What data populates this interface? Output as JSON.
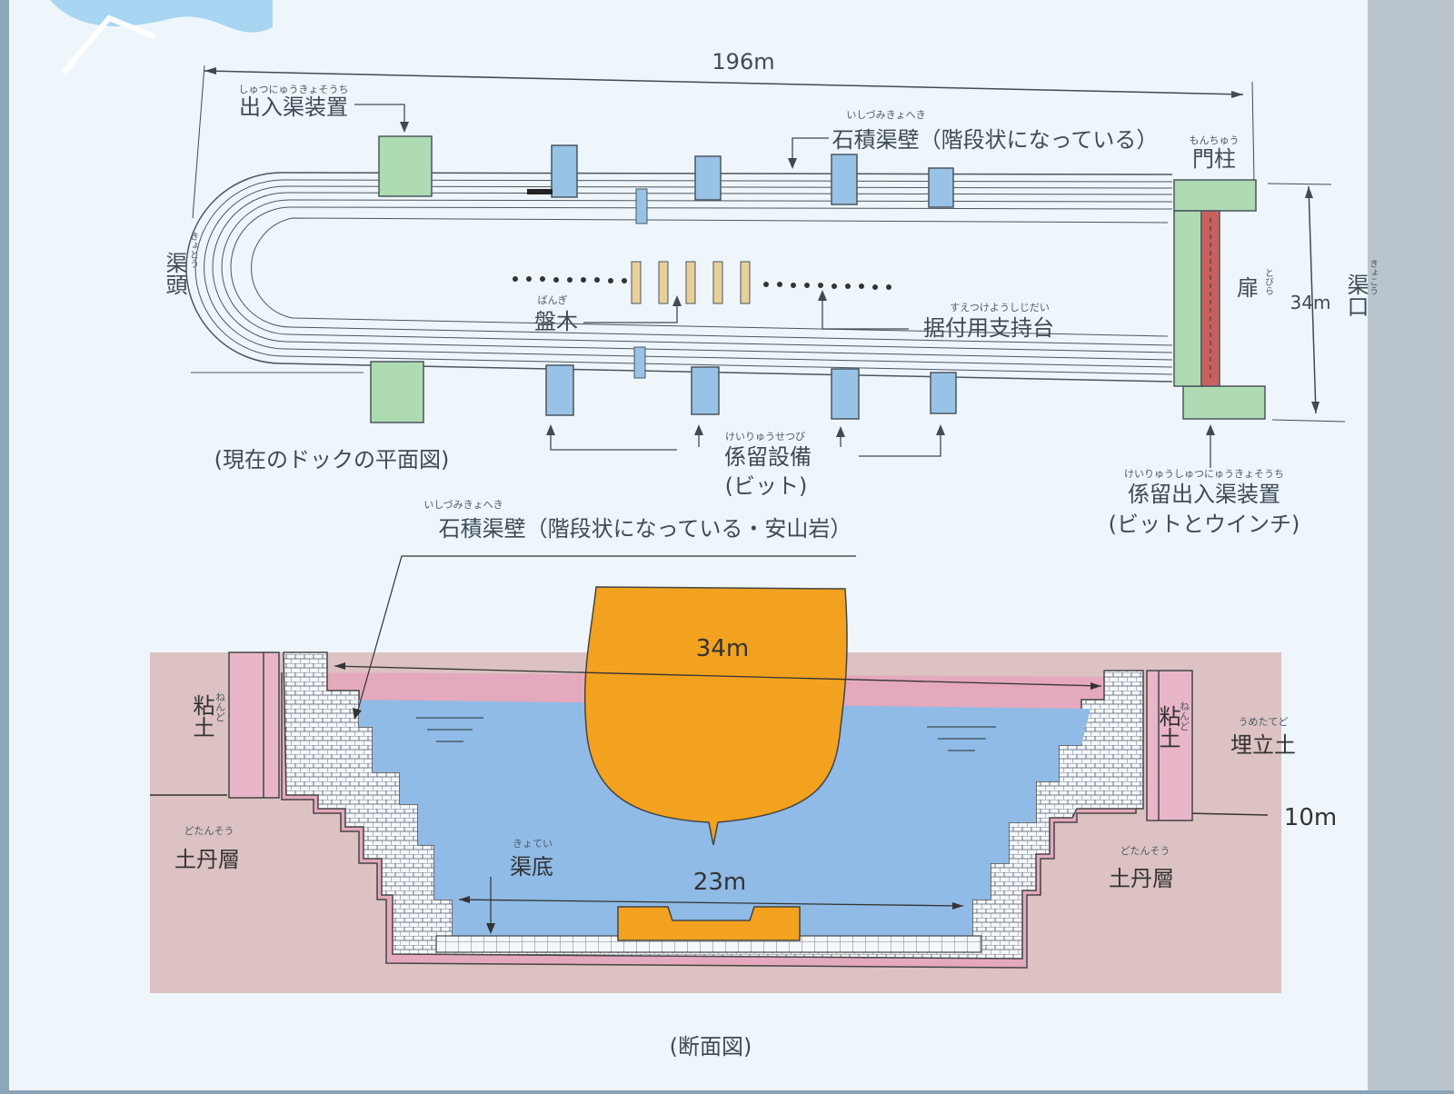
{
  "plan": {
    "total_length": "196m",
    "width": "34m",
    "caption": "(現在のドックの平面図)",
    "labels": {
      "entry_device": {
        "ruby": "しゅつにゅうきょそうち",
        "text": "出入渠装置"
      },
      "stone_wall": {
        "ruby": "いしづみきょへき",
        "text": "石積渠壁（階段状になっている）"
      },
      "gate_pillar": {
        "ruby": "もんちゅう",
        "text": "門柱"
      },
      "dock_head": {
        "ruby": "きょとう",
        "text": "渠頭"
      },
      "dock_mouth": {
        "ruby": "きょこう",
        "text": "渠口"
      },
      "door": {
        "ruby": "とびら",
        "text": "扉"
      },
      "keel_block": {
        "ruby": "ばんぎ",
        "text": "盤木"
      },
      "support": {
        "ruby": "すえつけようしじだい",
        "text": "据付用支持台"
      },
      "mooring": {
        "ruby": "けいりゅうせつび",
        "text": "係留設備",
        "sub": "(ビット)"
      },
      "mooring_device": {
        "ruby": "けいりゅうしゅつにゅうきょそうち",
        "text": "係留出入渠装置",
        "sub": "(ビットとウインチ)"
      }
    }
  },
  "section": {
    "caption": "(断面図)",
    "stone_wall": {
      "ruby": "いしづみきょへき",
      "text": "石積渠壁（階段状になっている・安山岩）"
    },
    "top_width": "34m",
    "bottom_width": "23m",
    "depth": "10m",
    "clay": {
      "ruby": "ねんど",
      "text": "粘土"
    },
    "landfill": {
      "ruby": "うめたてど",
      "text": "埋立土"
    },
    "soil_left": {
      "ruby": "どたんそう",
      "text": "土丹層"
    },
    "soil_right": {
      "ruby": "どたんそう",
      "text": "土丹層"
    },
    "dock_floor": {
      "ruby": "きょてい",
      "text": "渠底"
    }
  },
  "colors": {
    "board": "#eef6fb",
    "water": "#8fbbe6",
    "ship": "#f2a21f",
    "soil": "#dcc2c2",
    "clay": "#e8b6c8",
    "green": "#aedbb2",
    "blue_bollard": "#98c3e6",
    "door": "#c96060",
    "block": "#e8d098"
  }
}
